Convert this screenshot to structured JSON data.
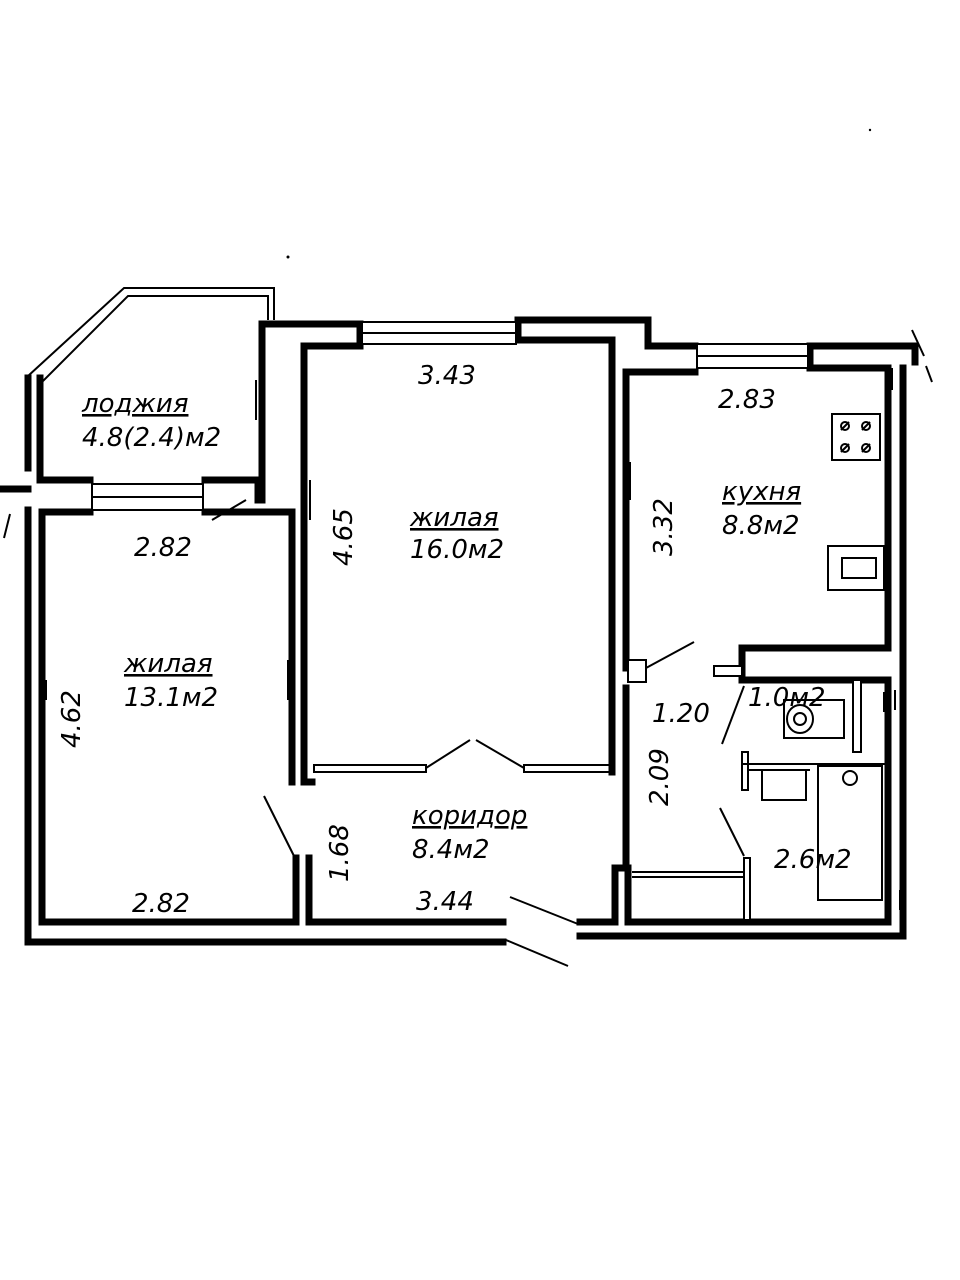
{
  "rooms": {
    "loggia": {
      "name": "лоджия",
      "area": "4.8(2.4)м2"
    },
    "living_large": {
      "name": "жилая",
      "area": "16.0м2"
    },
    "kitchen": {
      "name": "кухня",
      "area": "8.8м2"
    },
    "living_small": {
      "name": "жилая",
      "area": "13.1м2"
    },
    "corridor": {
      "name": "коридор",
      "area": "8.4м2"
    },
    "wc": {
      "area": "1.0м2"
    },
    "bathroom": {
      "area": "2.6м2"
    }
  },
  "dimensions": {
    "living_large_width": "3.43",
    "living_large_depth": "4.65",
    "kitchen_width": "2.83",
    "kitchen_depth": "3.32",
    "living_small_width_top": "2.82",
    "living_small_width_bottom": "2.82",
    "living_small_depth": "4.62",
    "corridor_length": "3.44",
    "corridor_width": "1.68",
    "hall_width": "1.20",
    "hall_depth": "2.09"
  },
  "icons": {
    "stove": "stove-icon",
    "sink": "sink-icon",
    "toilet": "toilet-icon",
    "bathtub": "bathtub-icon",
    "washbasin": "washbasin-icon"
  }
}
